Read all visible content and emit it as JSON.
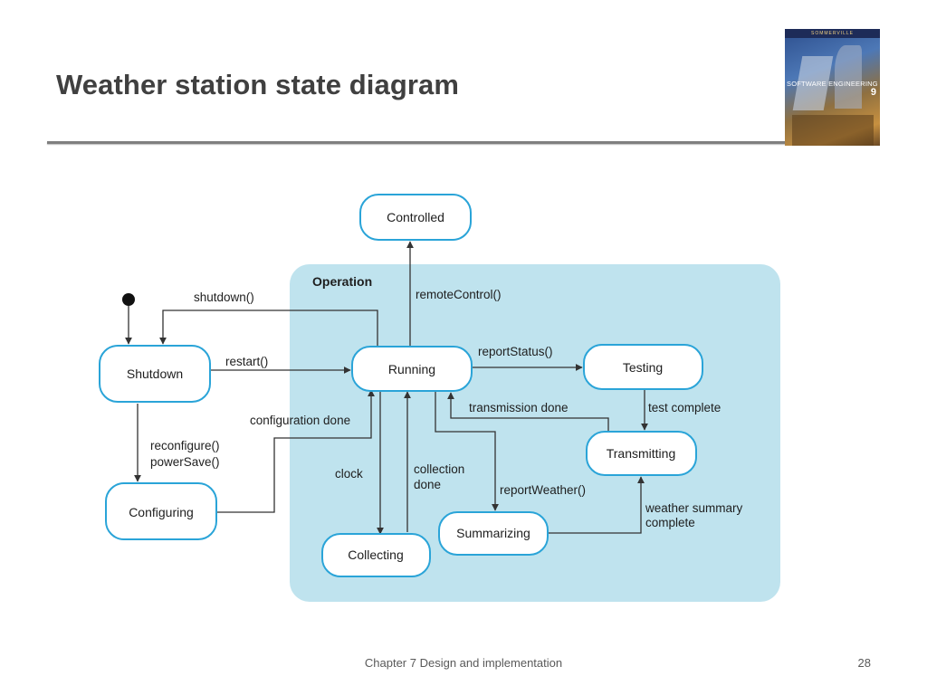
{
  "slide": {
    "title": "Weather station state diagram",
    "footer": "Chapter 7 Design and implementation",
    "page_number": "28"
  },
  "book_cover": {
    "brand": "SOMMERVILLE",
    "title": "SOFTWARE ENGINEERING",
    "edition": "9"
  },
  "diagram": {
    "group_label": "Operation",
    "states": {
      "controlled": "Controlled",
      "shutdown": "Shutdown",
      "running": "Running",
      "testing": "Testing",
      "transmitting": "Transmitting",
      "configuring": "Configuring",
      "summarizing": "Summarizing",
      "collecting": "Collecting"
    },
    "transitions": {
      "shutdown": "shutdown()",
      "remote_control": "remoteControl()",
      "restart": "restart()",
      "report_status": "reportStatus()",
      "configuration_done": "configuration done",
      "transmission_done": "transmission done",
      "test_complete": "test complete",
      "reconfigure": "reconfigure()",
      "power_save": "powerSave()",
      "clock": "clock",
      "collection_done_1": "collection",
      "collection_done_2": "done",
      "report_weather": "reportWeather()",
      "weather_summary_1": "weather summary",
      "weather_summary_2": "complete"
    }
  },
  "colors": {
    "region_fill": "#bfe3ee",
    "state_border": "#2aa4d8",
    "arrow": "#333333"
  }
}
